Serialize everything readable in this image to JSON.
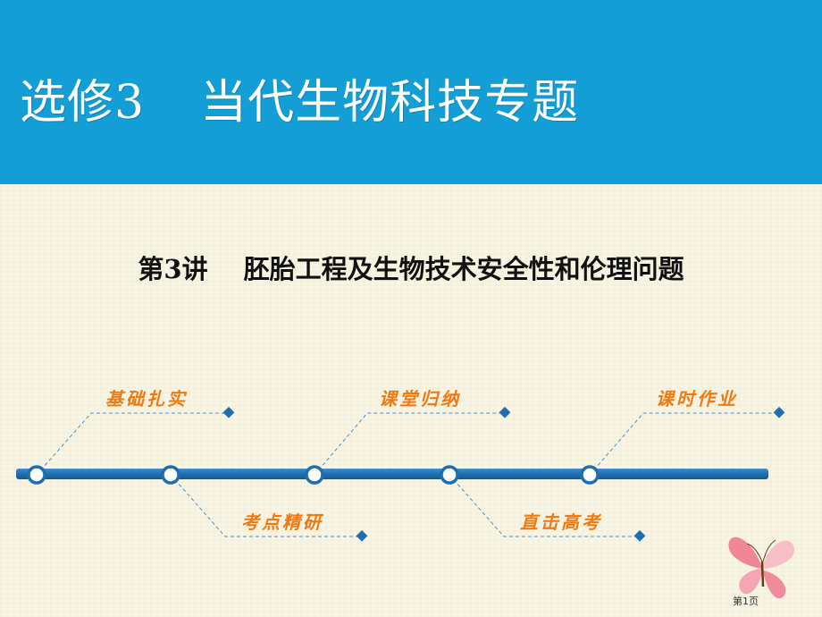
{
  "header": {
    "title_part1": "选修3",
    "title_part2": "当代生物科技专题"
  },
  "lecture": {
    "number": "第3讲",
    "title": "胚胎工程及生物技术安全性和伦理问题"
  },
  "timeline": {
    "items": [
      {
        "label": "基础扎实"
      },
      {
        "label": "考点精研"
      },
      {
        "label": "课堂归纳"
      },
      {
        "label": "直击高考"
      },
      {
        "label": "课时作业"
      }
    ]
  },
  "colors": {
    "header_bg": "#149ed6",
    "timeline_line": "#1f6fb0",
    "label_orange": "#f07a12",
    "node_fill": "#ffffff"
  },
  "footer": {
    "page_label": "第1页"
  }
}
